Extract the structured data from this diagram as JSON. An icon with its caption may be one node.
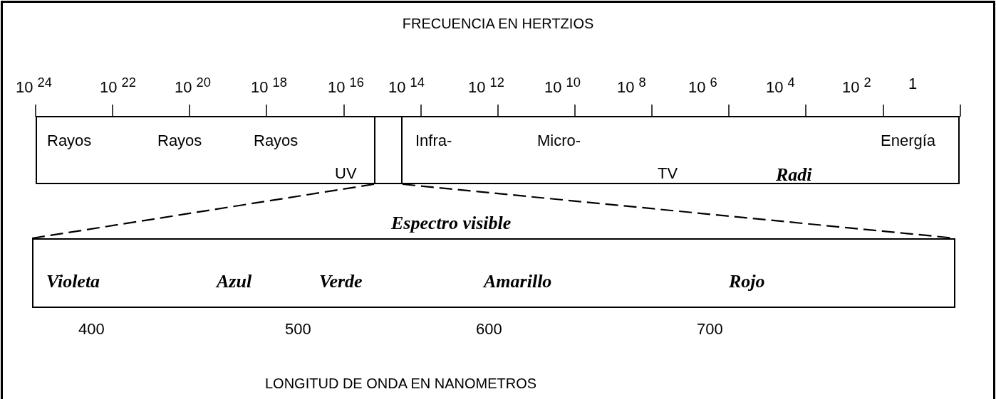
{
  "diagram": {
    "title": "FRECUENCIA EN HERTZIOS",
    "nodes": [
      {
        "text": [
          "Rayos",
          "Rayos",
          "Rayos",
          "UV"
        ]
      },
      {
        "text": [],
        "shape": "box"
      },
      {
        "text": [
          "Infra-",
          "Micro-",
          "Energía",
          "TV",
          "Radi"
        ]
      },
      {
        "text": [
          "Espectro visible",
          "Violeta",
          "Azul",
          "Verde",
          "Amarillo",
          "Rojo"
        ]
      }
    ],
    "edges": [
      {
        "from": 1,
        "to": 3,
        "arrow": "none",
        "style": "dashed"
      },
      {
        "from": 1,
        "to": 3,
        "arrow": "none",
        "style": "dashed"
      }
    ],
    "labels": [
      "10 $^{24}$",
      "10 $^{22}$",
      "10 $^{20}$",
      "10 $^{18}$",
      "10 $^{16}$",
      "10 $^{14}$",
      "10 $^{12}$",
      "10 $^{10}$",
      "10 $^{8}$",
      "10 $^{6}$",
      "10 $^{4}$",
      "10 $^{2}$",
      "1",
      "400",
      "500",
      "600",
      "700",
      "LONGITUD DE ONDA EN NANOMETROS"
    ]
  }
}
